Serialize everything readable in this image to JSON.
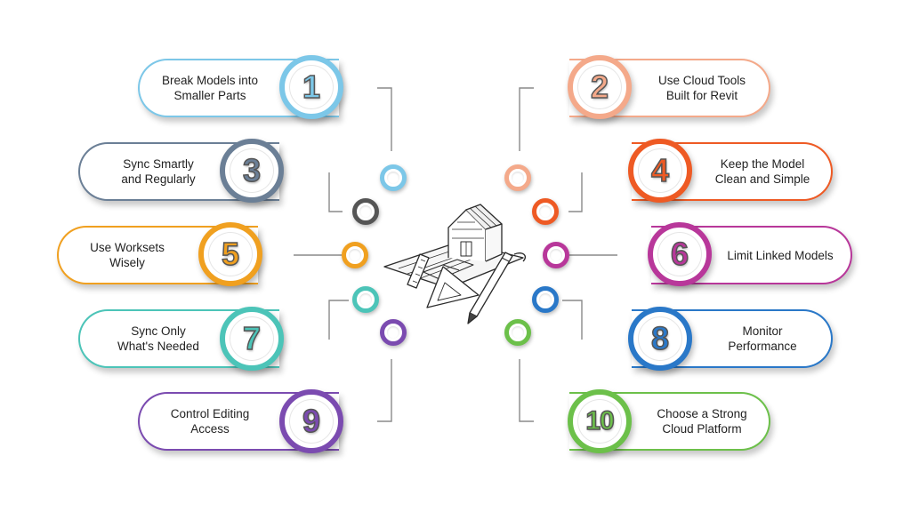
{
  "steps": [
    {
      "number": "1",
      "label": "Break Models into\nSmaller Parts",
      "color": "#7cc7e8"
    },
    {
      "number": "2",
      "label": "Use Cloud Tools\nBuilt for Revit",
      "color": "#f4a98a"
    },
    {
      "number": "3",
      "label": "Sync Smartly\nand Regularly",
      "color": "#6b7f96"
    },
    {
      "number": "4",
      "label": "Keep the Model\nClean and Simple",
      "color": "#ee5a24"
    },
    {
      "number": "5",
      "label": "Use Worksets\nWisely",
      "color": "#f0a020"
    },
    {
      "number": "6",
      "label": "Limit Linked Models",
      "color": "#b8379a"
    },
    {
      "number": "7",
      "label": "Sync Only\nWhat's Needed",
      "color": "#4cc4b8"
    },
    {
      "number": "8",
      "label": "Monitor\nPerformance",
      "color": "#2a78c8"
    },
    {
      "number": "9",
      "label": "Control Editing\nAccess",
      "color": "#7b4bb0"
    },
    {
      "number": "10",
      "label": "Choose a Strong\nCloud Platform",
      "color": "#6cc04a"
    }
  ],
  "rings": [
    {
      "color": "#7cc7e8",
      "icon": "ring-icon"
    },
    {
      "color": "#555555",
      "icon": "ring-icon"
    },
    {
      "color": "#f0a020",
      "icon": "ring-icon"
    },
    {
      "color": "#4cc4b8",
      "icon": "ring-icon"
    },
    {
      "color": "#7b4bb0",
      "icon": "ring-icon"
    },
    {
      "color": "#f4a98a",
      "icon": "ring-icon"
    },
    {
      "color": "#ee5a24",
      "icon": "ring-icon"
    },
    {
      "color": "#b8379a",
      "icon": "ring-icon"
    },
    {
      "color": "#2a78c8",
      "icon": "ring-icon"
    },
    {
      "color": "#6cc04a",
      "icon": "ring-icon"
    }
  ],
  "center_illustration": {
    "icon": "architecture-blueprint-icon"
  }
}
